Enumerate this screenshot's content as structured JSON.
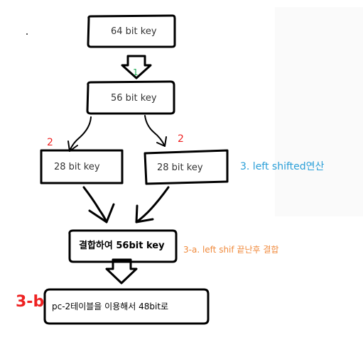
{
  "diagram": {
    "nodes": {
      "key64": {
        "label": "64 bit key"
      },
      "key56": {
        "label": "56 bit key"
      },
      "key28_left": {
        "label": "28 bit key"
      },
      "key28_right": {
        "label": "28 bit key"
      },
      "combined": {
        "label": "결합하여 56bit key"
      },
      "pc2": {
        "label": "pc-2테이블을 이용해서 48bit로"
      }
    },
    "annotations": {
      "step1": "1",
      "step2_left": "2",
      "step2_right": "2",
      "step3": "3. left shifted연산",
      "step3a": "3-a. left shif 끝난후 결합",
      "step3b": "3-b"
    },
    "colors": {
      "stroke": "#000000",
      "step_red": "#ee2222",
      "step_green": "#22aa55",
      "step_blue": "#2a9fd8",
      "step_orange": "#f08a3c"
    }
  }
}
